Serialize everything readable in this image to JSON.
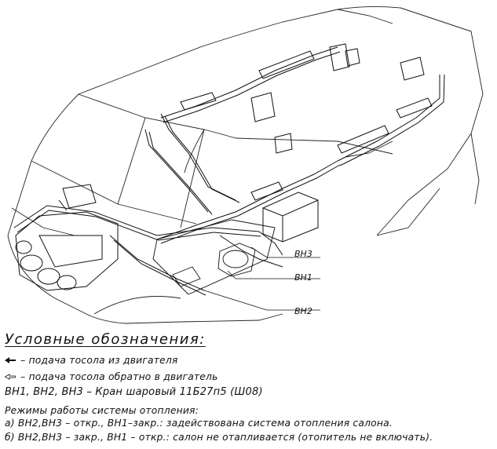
{
  "callouts": [
    "ВН3",
    "ВН1",
    "ВН2"
  ],
  "legend": {
    "title": "Условные обозначения:",
    "items": [
      {
        "symbol": "arrow-solid-icon",
        "text": "– подача тосола из двигателя"
      },
      {
        "symbol": "arrow-hollow-icon",
        "text": "– подача тосола обратно в двигатель"
      }
    ],
    "valves": "ВН1, ВН2, ВН3 – Кран шаровый 11Б27п5 (Ш08)",
    "modes_title": "Режимы работы системы отопления:",
    "mode_a": "а) ВН2,ВН3 – откр., ВН1–закр.: задействована система отопления салона.",
    "mode_b": "б) ВН2,ВН3 – закр., ВН1 – откр.: салон не отапливается (отопитель не включать)."
  }
}
